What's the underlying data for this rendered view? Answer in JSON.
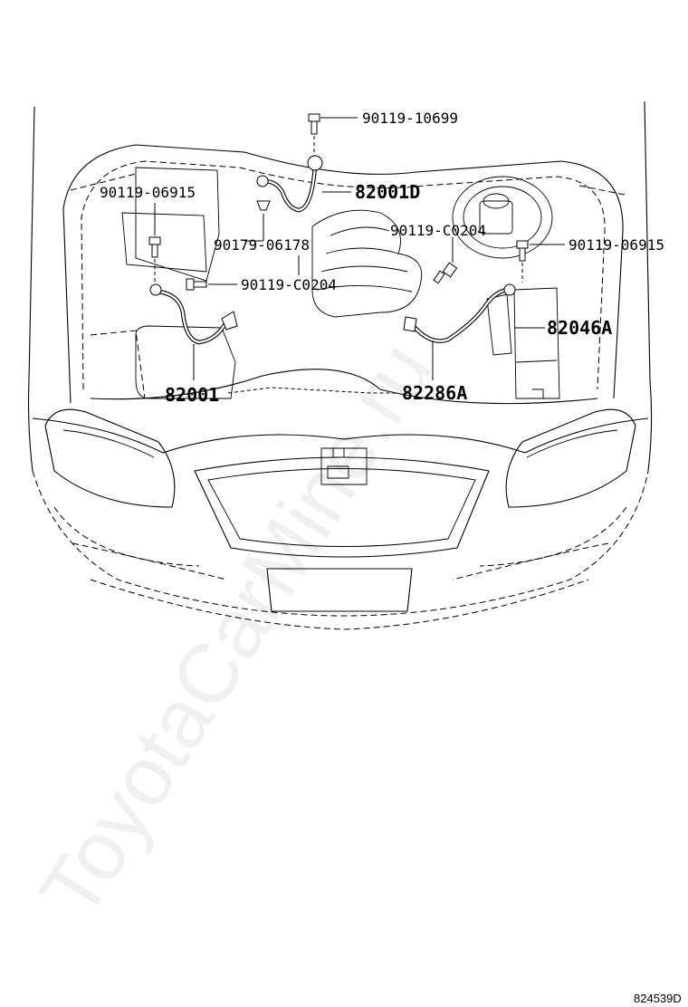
{
  "diagram": {
    "labels": {
      "bolt_top": "90119-10699",
      "cable_82001D": "82001D",
      "bolt_left": "90119-06915",
      "clip_90179": "90179-06178",
      "bolt_center_left": "90119-C0204",
      "bolt_center_right": "90119-C0204",
      "bolt_right": "90119-06915",
      "cable_82046A": "82046A",
      "cable_82001": "82001",
      "cable_82286A": "82286A"
    },
    "watermark": "ToyotaCarMine.ru",
    "reference_code": "824539D"
  }
}
